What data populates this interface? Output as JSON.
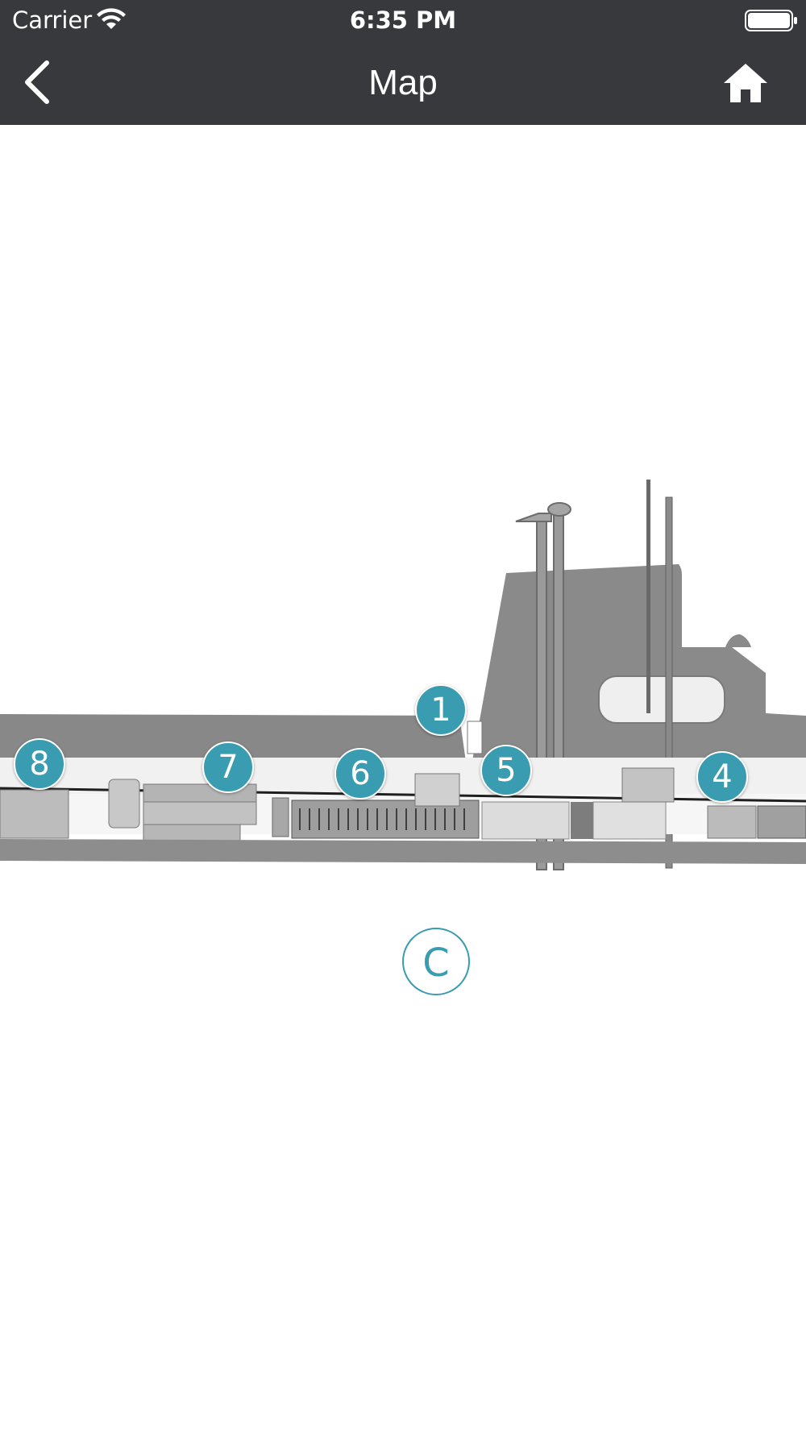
{
  "status_bar": {
    "carrier": "Carrier",
    "time": "6:35 PM"
  },
  "nav": {
    "title": "Map",
    "back_icon": "chevron-left-icon",
    "home_icon": "home-icon"
  },
  "map": {
    "markers": [
      {
        "label": "1"
      },
      {
        "label": "4"
      },
      {
        "label": "5"
      },
      {
        "label": "6"
      },
      {
        "label": "7"
      },
      {
        "label": "8"
      }
    ],
    "compass_label": "C"
  },
  "colors": {
    "nav_background": "#38393c",
    "marker_fill": "#3a9cb1",
    "hull_dark": "#8c8c8c",
    "hull_light": "#d9d9d9"
  }
}
